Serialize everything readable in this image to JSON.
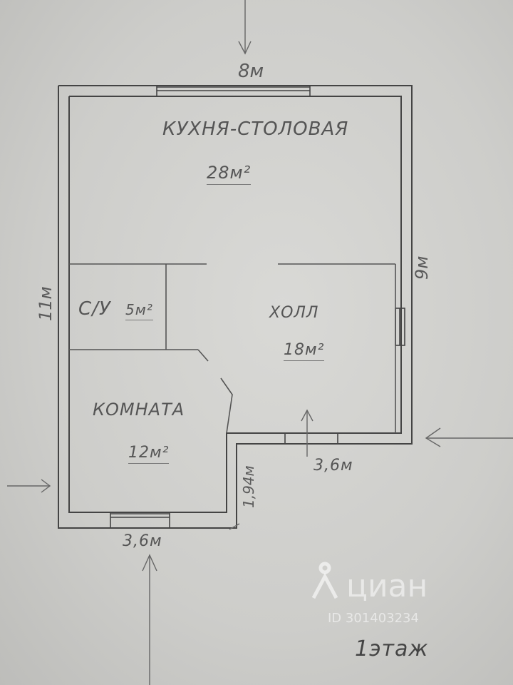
{
  "rooms": {
    "kitchen": {
      "name": "КУХНЯ-СТОЛОВАЯ",
      "area": "28м²"
    },
    "bathroom": {
      "name": "С/У",
      "area": "5м²"
    },
    "hall": {
      "name": "ХОЛЛ",
      "area": "18м²"
    },
    "room": {
      "name": "КОМНАТА",
      "area": "12м²"
    }
  },
  "dimensions": {
    "top": "8м",
    "left": "11м",
    "right": "9м",
    "bottom": "3,6м",
    "step_bottom": "3,6м",
    "step_height": "1,94м"
  },
  "floor_label": "1этаж",
  "watermark": {
    "brand": "циан",
    "id_text": "ID 301403234"
  }
}
